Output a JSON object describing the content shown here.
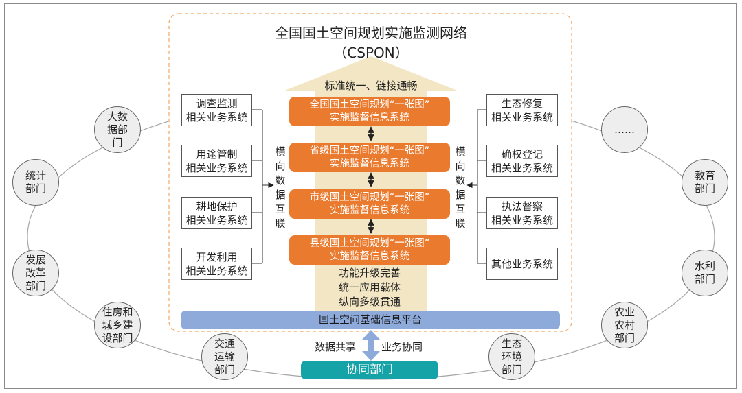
{
  "title": {
    "line1": "全国国土空间规划实施监测网络",
    "line2": "（CSPON）"
  },
  "arrow_label": "标准统一、链接通畅",
  "left_systems": [
    {
      "line1": "调查监测",
      "line2": "相关业务系统"
    },
    {
      "line1": "用途管制",
      "line2": "相关业务系统"
    },
    {
      "line1": "耕地保护",
      "line2": "相关业务系统"
    },
    {
      "line1": "开发利用",
      "line2": "相关业务系统"
    }
  ],
  "right_systems": [
    {
      "line1": "生态修复",
      "line2": "相关业务系统"
    },
    {
      "line1": "确权登记",
      "line2": "相关业务系统"
    },
    {
      "line1": "执法督察",
      "line2": "相关业务系统"
    },
    {
      "line1": "其他业务系统",
      "line2": ""
    }
  ],
  "horizontal_label": [
    "横",
    "向",
    "数",
    "据",
    "互",
    "联"
  ],
  "levels": [
    {
      "line1": "全国国土空间规划“一张图”",
      "line2": "实施监督信息系统"
    },
    {
      "line1": "省级国土空间规划“一张图”",
      "line2": "实施监督信息系统"
    },
    {
      "line1": "市级国土空间规划“一张图”",
      "line2": "实施监督信息系统"
    },
    {
      "line1": "县级国土空间规划“一张图”",
      "line2": "实施监督信息系统"
    }
  ],
  "center_texts": [
    "功能升级完善",
    "统一应用载体",
    "纵向多级贯通"
  ],
  "platform": "国土空间基础信息平台",
  "data_share": "数据共享",
  "business_collab": "业务协同",
  "collab_dept": "协同部门",
  "departments": [
    {
      "lines": [
        "大数",
        "据部",
        "门"
      ]
    },
    {
      "lines": [
        "统计",
        "部门"
      ]
    },
    {
      "lines": [
        "发展",
        "改革",
        "部门"
      ]
    },
    {
      "lines": [
        "住房和",
        "城乡建",
        "设部门"
      ]
    },
    {
      "lines": [
        "交通",
        "运输",
        "部门"
      ]
    },
    {
      "lines": [
        "生态",
        "环境",
        "部门"
      ]
    },
    {
      "lines": [
        "农业",
        "农村",
        "部门"
      ]
    },
    {
      "lines": [
        "水利",
        "部门"
      ]
    },
    {
      "lines": [
        "教育",
        "部门"
      ]
    },
    {
      "lines": [
        "……"
      ]
    }
  ],
  "colors": {
    "orange": "#ea7a2e",
    "platform_blue": "#8eaadb",
    "teal": "#15a3a8",
    "arrow_beige": "#f3e6c4",
    "dashed_border": "#f0a765",
    "circle_fill": "#eeeeee"
  }
}
